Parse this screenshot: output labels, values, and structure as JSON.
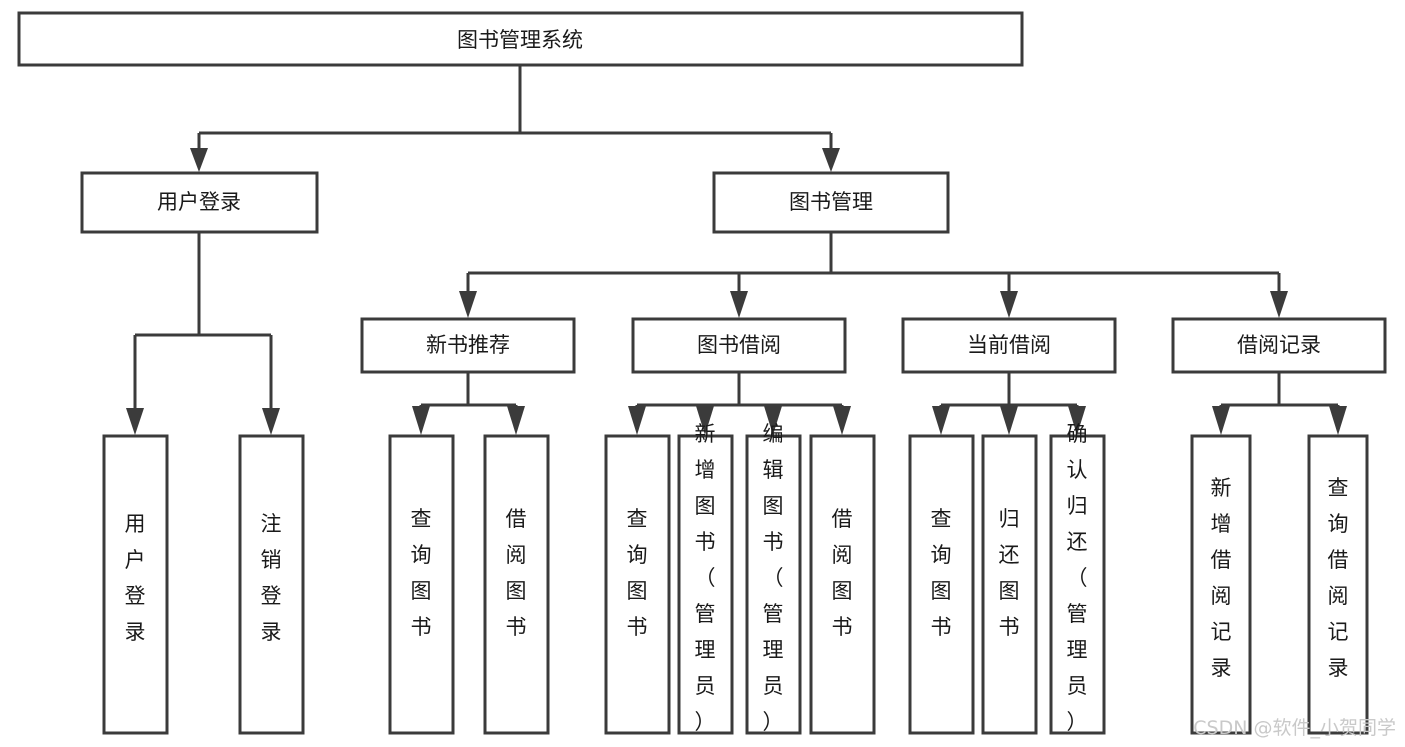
{
  "diagram": {
    "title": "图书管理系统",
    "type": "hierarchy-tree",
    "root": {
      "id": "root",
      "label": "图书管理系统",
      "orientation": "horizontal"
    },
    "level1": [
      {
        "id": "user-login",
        "label": "用户登录",
        "orientation": "horizontal"
      },
      {
        "id": "book-manage",
        "label": "图书管理",
        "orientation": "horizontal"
      }
    ],
    "level2": [
      {
        "id": "new-book-recommend",
        "label": "新书推荐",
        "orientation": "horizontal",
        "parent": "book-manage"
      },
      {
        "id": "book-borrow",
        "label": "图书借阅",
        "orientation": "horizontal",
        "parent": "book-manage"
      },
      {
        "id": "current-borrow",
        "label": "当前借阅",
        "orientation": "horizontal",
        "parent": "book-manage"
      },
      {
        "id": "borrow-record",
        "label": "借阅记录",
        "orientation": "horizontal",
        "parent": "book-manage"
      }
    ],
    "leaves": [
      {
        "id": "leaf-user-login",
        "label": "用户登录",
        "orientation": "vertical",
        "parent": "user-login"
      },
      {
        "id": "leaf-user-logout",
        "label": "注销登录",
        "orientation": "vertical",
        "parent": "user-login"
      },
      {
        "id": "leaf-query-book-1",
        "label": "查询图书",
        "orientation": "vertical",
        "parent": "new-book-recommend"
      },
      {
        "id": "leaf-borrow-book-1",
        "label": "借阅图书",
        "orientation": "vertical",
        "parent": "new-book-recommend"
      },
      {
        "id": "leaf-query-book-2",
        "label": "查询图书",
        "orientation": "vertical",
        "parent": "book-borrow"
      },
      {
        "id": "leaf-add-book",
        "label": "新增图书（管理员）",
        "orientation": "vertical",
        "parent": "book-borrow"
      },
      {
        "id": "leaf-edit-book",
        "label": "编辑图书（管理员）",
        "orientation": "vertical",
        "parent": "book-borrow"
      },
      {
        "id": "leaf-borrow-book-2",
        "label": "借阅图书",
        "orientation": "vertical",
        "parent": "book-borrow"
      },
      {
        "id": "leaf-query-book-3",
        "label": "查询图书",
        "orientation": "vertical",
        "parent": "current-borrow"
      },
      {
        "id": "leaf-return-book",
        "label": "归还图书",
        "orientation": "vertical",
        "parent": "current-borrow"
      },
      {
        "id": "leaf-confirm-return",
        "label": "确认归还（管理员）",
        "orientation": "vertical",
        "parent": "current-borrow"
      },
      {
        "id": "leaf-add-record",
        "label": "新增借阅记录",
        "orientation": "vertical",
        "parent": "borrow-record"
      },
      {
        "id": "leaf-query-record",
        "label": "查询借阅记录",
        "orientation": "vertical",
        "parent": "borrow-record"
      }
    ],
    "watermark": "CSDN @软件_小贺同学",
    "colors": {
      "box_stroke": "#3b3b3b",
      "box_fill": "#ffffff",
      "text": "#1a1a1a",
      "connector": "#3b3b3b",
      "watermark": "#c9c9c9",
      "background": "#ffffff"
    }
  }
}
